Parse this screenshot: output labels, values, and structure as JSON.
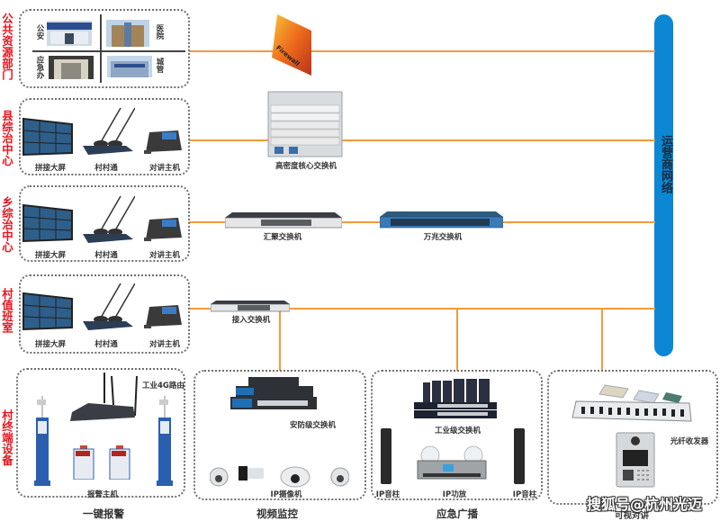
{
  "backbone": {
    "label": "运营商网络",
    "color": "#0c87d3"
  },
  "link_color": "#f39a3c",
  "tiers": [
    {
      "id": "public",
      "label": "公共资源部门",
      "sites": [
        "公安",
        "医院",
        "应急办",
        "城管"
      ]
    },
    {
      "id": "county",
      "label": "县综治中心",
      "devices": [
        "拼接大屏",
        "村村通",
        "对讲主机"
      ]
    },
    {
      "id": "township",
      "label": "乡综治中心",
      "devices": [
        "拼接大屏",
        "村村通",
        "对讲主机"
      ]
    },
    {
      "id": "village",
      "label": "村值班室",
      "devices": [
        "拼接大屏",
        "村村通",
        "对讲主机"
      ]
    },
    {
      "id": "terminal",
      "label": "村终端设备"
    }
  ],
  "network_devices": {
    "firewall": "Firewall",
    "core_switch": "高密度核心交换机",
    "aggregation_switch": "汇聚交换机",
    "tengig_switch": "万兆交换机",
    "access_switch": "接入交换机"
  },
  "terminal_sections": [
    {
      "id": "alarm",
      "title": "一键报警",
      "captions": {
        "router": "工业4G路由",
        "host": "报警主机"
      }
    },
    {
      "id": "video",
      "title": "视频监控",
      "captions": {
        "switch": "安防级交换机",
        "camera": "IP摄像机"
      }
    },
    {
      "id": "broadcast",
      "title": "应急广播",
      "captions": {
        "switch": "工业级交换机",
        "speaker_left": "IP音柱",
        "amplifier": "IP功放",
        "speaker_right": "IP音柱"
      }
    },
    {
      "id": "intercom",
      "title": "可视对讲",
      "captions": {
        "transceiver": "光纤收发器"
      }
    }
  ],
  "watermark": "搜狐号@杭州光迈"
}
